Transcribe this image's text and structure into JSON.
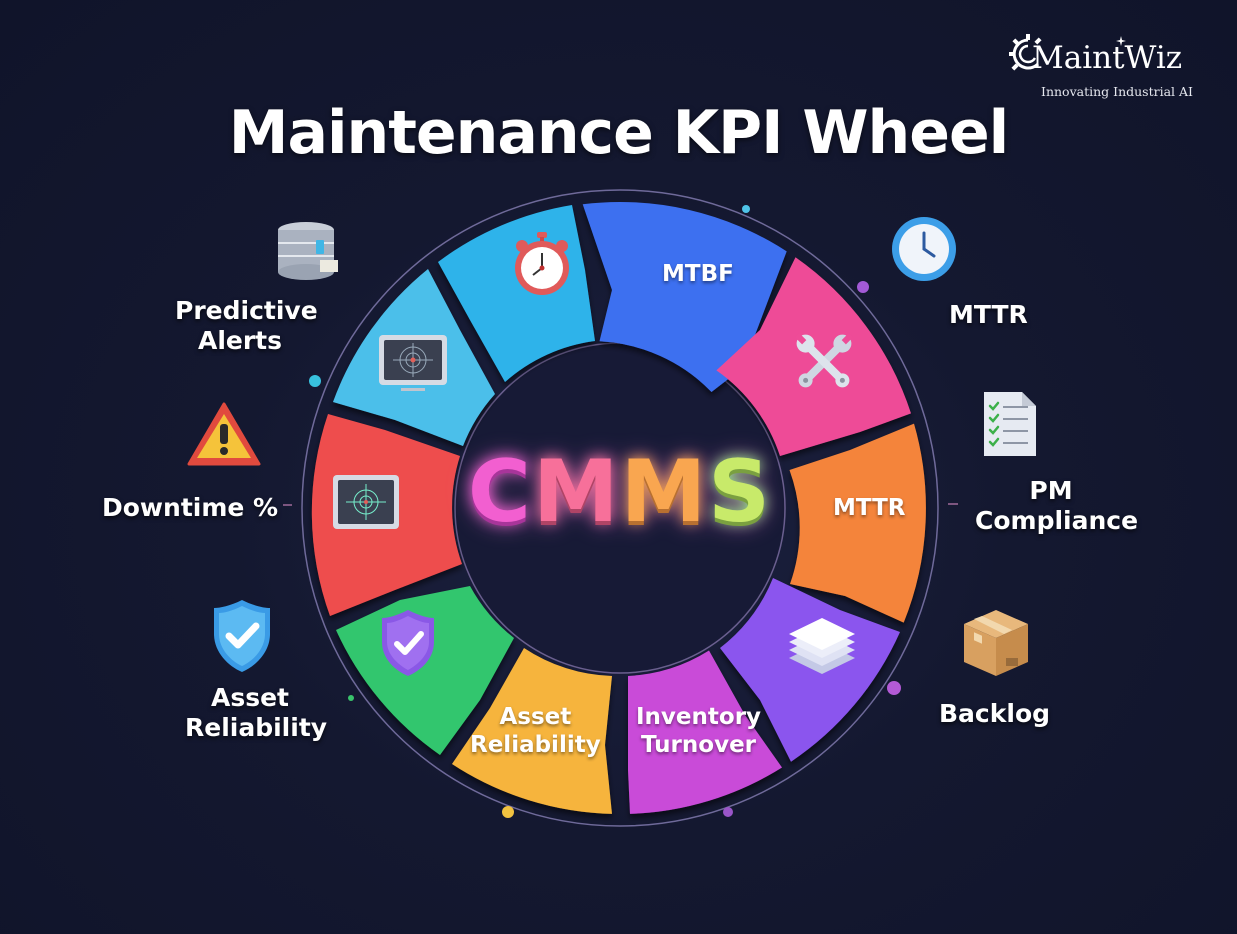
{
  "brand": {
    "name": "MaintWiz",
    "tagline": "Innovating Industrial AI"
  },
  "title": "Maintenance KPI Wheel",
  "center": {
    "label": "CMMS",
    "letters": [
      "C",
      "M",
      "M",
      "S"
    ],
    "letter_colors": [
      "#f25fd0",
      "#f7709a",
      "#f9a650",
      "#c8ea6a"
    ]
  },
  "wheel_segments": [
    {
      "id": "seg-mtbf",
      "label": "MTBF",
      "color": "#3d6ff0",
      "icon": null
    },
    {
      "id": "seg-maintenance",
      "label": "",
      "color": "#ee4c97",
      "icon": "wrench-cross-icon"
    },
    {
      "id": "seg-mttr",
      "label": "MTTR",
      "color": "#f4843a",
      "icon": null
    },
    {
      "id": "seg-backlog",
      "label": "",
      "color": "#8b55ee",
      "icon": "stacked-papers-icon"
    },
    {
      "id": "seg-inventory",
      "label_lines": [
        "Inventory",
        "Turnover"
      ],
      "color": "#c94bd8",
      "icon": null
    },
    {
      "id": "seg-asset-reliability",
      "label_lines": [
        "Asset",
        "Reliability"
      ],
      "color": "#f6b43c",
      "icon": null
    },
    {
      "id": "seg-reliability-shield",
      "label": "",
      "color": "#33c66e",
      "icon": "shield-check-icon"
    },
    {
      "id": "seg-downtime",
      "label": "",
      "color": "#ee4d4d",
      "icon": "target-monitor-icon"
    },
    {
      "id": "seg-predictive",
      "label": "",
      "color": "#4cbfea",
      "icon": "target-monitor-icon"
    },
    {
      "id": "seg-timer",
      "label": "",
      "color": "#2fb3ea",
      "icon": "stopwatch-icon"
    }
  ],
  "side_labels": {
    "predictive_alerts": [
      "Predictive",
      "Alerts"
    ],
    "downtime": "Downtime %",
    "asset_reliability": [
      "Asset",
      "Reliability"
    ],
    "mttr": "MTTR",
    "pm_compliance": [
      "PM",
      "Compliance"
    ],
    "backlog": "Backlog"
  },
  "side_icons": {
    "predictive_alerts": "database-icon",
    "downtime": "warning-triangle-icon",
    "asset_reliability": "shield-check-icon",
    "mttr": "clock-icon",
    "pm_compliance": "checklist-document-icon",
    "backlog": "cardboard-box-icon"
  },
  "colors": {
    "background": "#12162a",
    "ring_line": "#6a6f9a"
  }
}
